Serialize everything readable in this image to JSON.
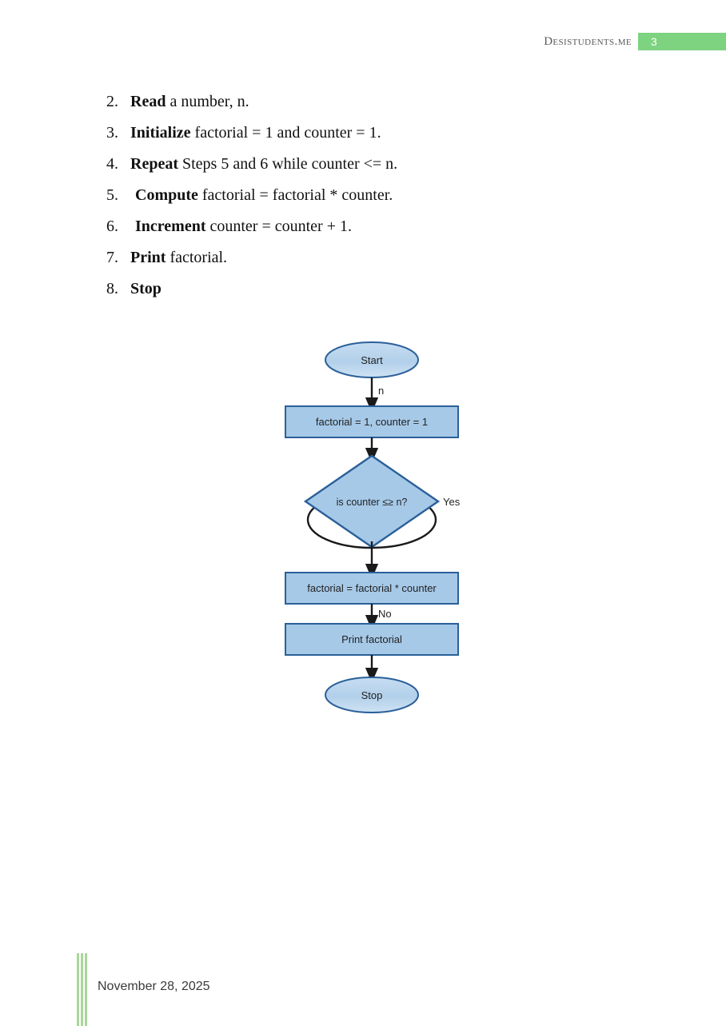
{
  "header": {
    "site_name": "Desistudents.me",
    "page_number": "3",
    "badge_color": "#7dd37f"
  },
  "steps": {
    "items": [
      {
        "num": "2.",
        "strong": "Read",
        "rest": " a number, n.",
        "indented": false
      },
      {
        "num": "3.",
        "strong": "Initialize",
        "rest": " factorial = 1 and counter = 1.",
        "indented": false
      },
      {
        "num": "4.",
        "strong": "Repeat",
        "rest": " Steps 5 and 6 while counter <= n.",
        "indented": false
      },
      {
        "num": "5.",
        "strong": "Compute",
        "rest": " factorial = factorial * counter.",
        "indented": true
      },
      {
        "num": "6.",
        "strong": "Increment",
        "rest": " counter = counter + 1.",
        "indented": true
      },
      {
        "num": "7.",
        "strong": "Print",
        "rest": " factorial.",
        "indented": false
      },
      {
        "num": "8.",
        "strong": "Stop",
        "rest": "",
        "indented": false
      }
    ]
  },
  "flowchart": {
    "title": "Factorial flowchart",
    "node_fill": "#a6c9e8",
    "node_stroke": "#2a6099",
    "terminator_fill": "#b6d4ec",
    "terminator_stroke": "#2a6099",
    "arrow_color": "#1a1a1a",
    "nodes": {
      "start": "Start",
      "init": "factorial = 1, counter = 1",
      "decision": "is counter ≤≥ n?",
      "compute": "factorial = factorial * counter",
      "print": "Print factorial",
      "stop": "Stop"
    },
    "edge_labels": {
      "start_to_init": "n",
      "decision_yes": "Yes",
      "compute_to_print": "No"
    }
  },
  "footer": {
    "date": "November 28, 2025",
    "bar_color": "#a9d69b"
  }
}
